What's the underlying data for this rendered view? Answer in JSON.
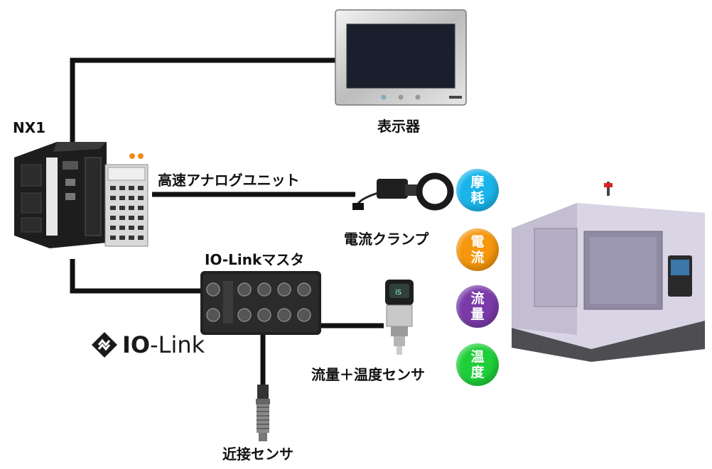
{
  "labels": {
    "controller": "NX1",
    "display": "表示器",
    "analog_unit": "高速アナログユニット",
    "current_clamp": "電流クランプ",
    "iolink_master": "IO-Linkマスタ",
    "flow_temp_sensor": "流量＋温度センサ",
    "proximity_sensor": "近接センサ"
  },
  "iolink_logo": {
    "bold": "IO",
    "rest": "-Link"
  },
  "badges": [
    {
      "line1": "摩",
      "line2": "耗",
      "color": "#19b5ea"
    },
    {
      "line1": "電",
      "line2": "流",
      "color": "#f5960c"
    },
    {
      "line1": "流",
      "line2": "量",
      "color": "#7a3ba8"
    },
    {
      "line1": "温",
      "line2": "度",
      "color": "#1fcf3a"
    }
  ]
}
